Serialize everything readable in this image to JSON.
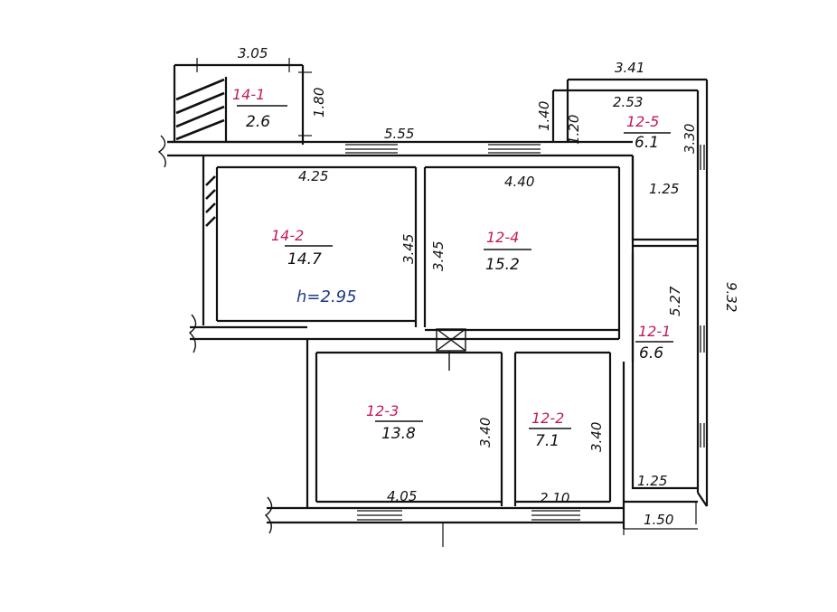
{
  "plan": {
    "rooms": [
      {
        "id": "14-1",
        "number": "14-1",
        "area": "2.6"
      },
      {
        "id": "14-2",
        "number": "14-2",
        "area": "14.7"
      },
      {
        "id": "12-4",
        "number": "12-4",
        "area": "15.2"
      },
      {
        "id": "12-5",
        "number": "12-5",
        "area": "6.1"
      },
      {
        "id": "12-1",
        "number": "12-1",
        "area": "6.6"
      },
      {
        "id": "12-3",
        "number": "12-3",
        "area": "13.8"
      },
      {
        "id": "12-2",
        "number": "12-2",
        "area": "7.1"
      }
    ],
    "dimensions": {
      "d_3_05": "3.05",
      "d_1_80": "1.80",
      "d_5_55": "5.55",
      "d_4_25": "4.25",
      "d_4_40": "4.40",
      "d_3_45_left": "3.45",
      "d_3_45_right": "3.45",
      "d_3_41": "3.41",
      "d_2_53": "2.53",
      "d_1_40": "1.40",
      "d_1_20": "1.20",
      "d_3_30": "3.30",
      "d_1_25_top": "1.25",
      "d_9_32": "9.32",
      "d_5_27": "5.27",
      "d_3_40_left": "3.40",
      "d_3_40_right": "3.40",
      "d_4_05": "4.05",
      "d_2_10": "2.10",
      "d_1_25_bottom": "1.25",
      "d_1_50": "1.50"
    },
    "note": "h=2.95"
  }
}
